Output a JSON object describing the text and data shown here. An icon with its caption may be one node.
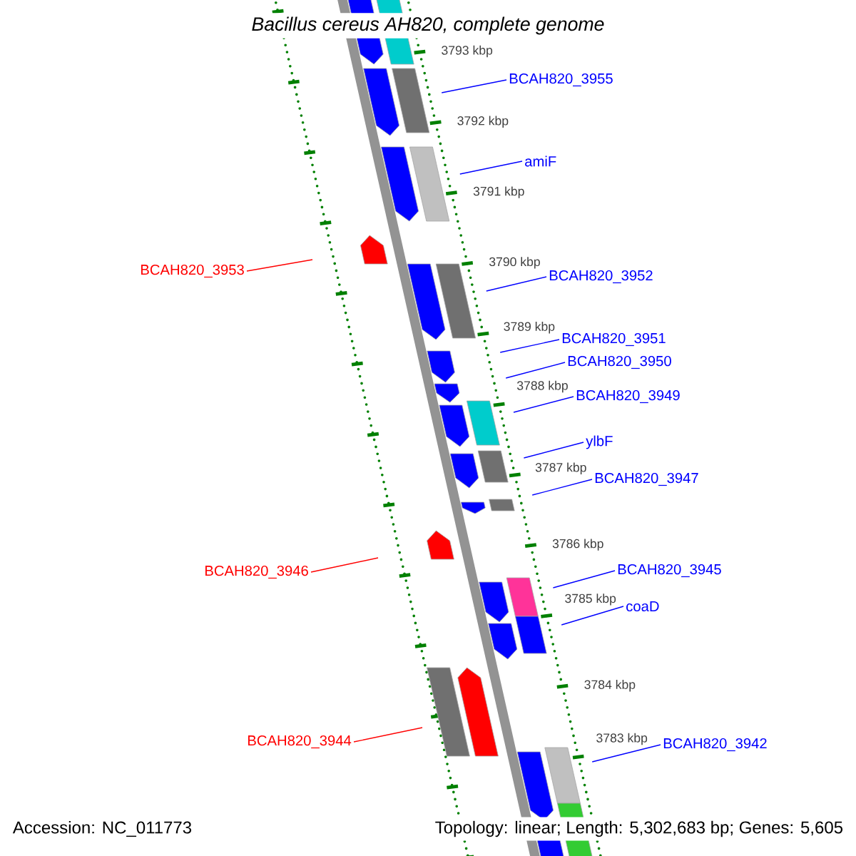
{
  "diagram": {
    "title": "Bacillus cereus AH820, complete genome",
    "nodes": [
      {
        "text": [
          "BCAH820_3955"
        ]
      },
      {
        "text": [
          "amiF"
        ]
      },
      {
        "text": [
          "BCAH820_3953"
        ]
      },
      {
        "text": [
          "BCAH820_3952"
        ]
      },
      {
        "text": [
          "BCAH820_3951"
        ]
      },
      {
        "text": [
          "BCAH820_3950"
        ]
      },
      {
        "text": [
          "BCAH820_3949"
        ]
      },
      {
        "text": [
          "ylbF"
        ]
      },
      {
        "text": [
          "BCAH820_3947"
        ]
      },
      {
        "text": [
          "BCAH820_3946"
        ]
      },
      {
        "text": [
          "BCAH820_3945"
        ]
      },
      {
        "text": [
          "coaD"
        ]
      },
      {
        "text": [
          "BCAH820_3944"
        ]
      },
      {
        "text": [
          "BCAH820_3942"
        ]
      }
    ],
    "edges": [
      {
        "from": 0,
        "to": null,
        "arrow": "none"
      },
      {
        "from": 1,
        "to": null,
        "arrow": "none"
      },
      {
        "from": 2,
        "to": null,
        "arrow": "none",
        "color": "#ff0000"
      },
      {
        "from": 3,
        "to": null,
        "arrow": "none"
      },
      {
        "from": 4,
        "to": null,
        "arrow": "none"
      },
      {
        "from": 5,
        "to": null,
        "arrow": "none"
      },
      {
        "from": 6,
        "to": null,
        "arrow": "none"
      },
      {
        "from": 7,
        "to": null,
        "arrow": "none"
      },
      {
        "from": 8,
        "to": null,
        "arrow": "none"
      },
      {
        "from": 9,
        "to": null,
        "arrow": "none",
        "color": "#ff0000"
      },
      {
        "from": 10,
        "to": null,
        "arrow": "none"
      },
      {
        "from": 11,
        "to": null,
        "arrow": "none"
      },
      {
        "from": 12,
        "to": null,
        "arrow": "none",
        "color": "#ff0000"
      },
      {
        "from": 13,
        "to": null,
        "arrow": "none"
      }
    ],
    "labels": [
      "3793 kbp",
      "3792 kbp",
      "3791 kbp",
      "3790 kbp",
      "3789 kbp",
      "3788 kbp",
      "3787 kbp",
      "3786 kbp",
      "3785 kbp",
      "3784 kbp",
      "3783 kbp",
      "Accession: NC_011773",
      "Topology: linear; Length: 5,302,683 bp; Genes: 5,605"
    ]
  }
}
